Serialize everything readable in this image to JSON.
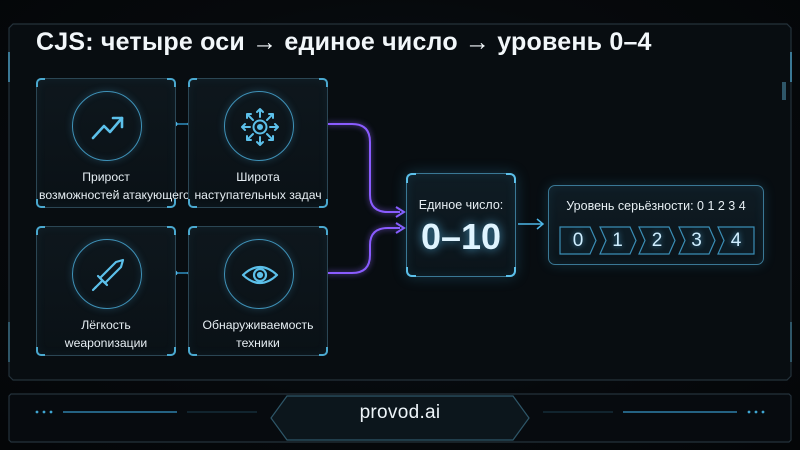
{
  "title": "CJS: четыре оси → единое число → уровень 0–4",
  "axes": [
    {
      "icon": "trend-arrow-icon",
      "lines": [
        "Прирост",
        "возможностей атакующего"
      ]
    },
    {
      "icon": "target-arrows-icon",
      "lines": [
        "Широта",
        "наступательных задач"
      ]
    },
    {
      "icon": "sword-icon",
      "lines": [
        "Лёгкость",
        "weaponизации"
      ]
    },
    {
      "icon": "eye-icon",
      "lines": [
        "Обнаруживаемость",
        "техники"
      ]
    }
  ],
  "score": {
    "label": "Единое число:",
    "value": "0–10"
  },
  "level": {
    "label": "Уровень серьёзности: 0 1 2 3 4",
    "steps": [
      "0",
      "1",
      "2",
      "3",
      "4"
    ]
  },
  "footer": {
    "brand": "provod.ai"
  },
  "colors": {
    "accent": "#5cc0ea",
    "connector": "#8a5cff",
    "background": "#05080b"
  }
}
